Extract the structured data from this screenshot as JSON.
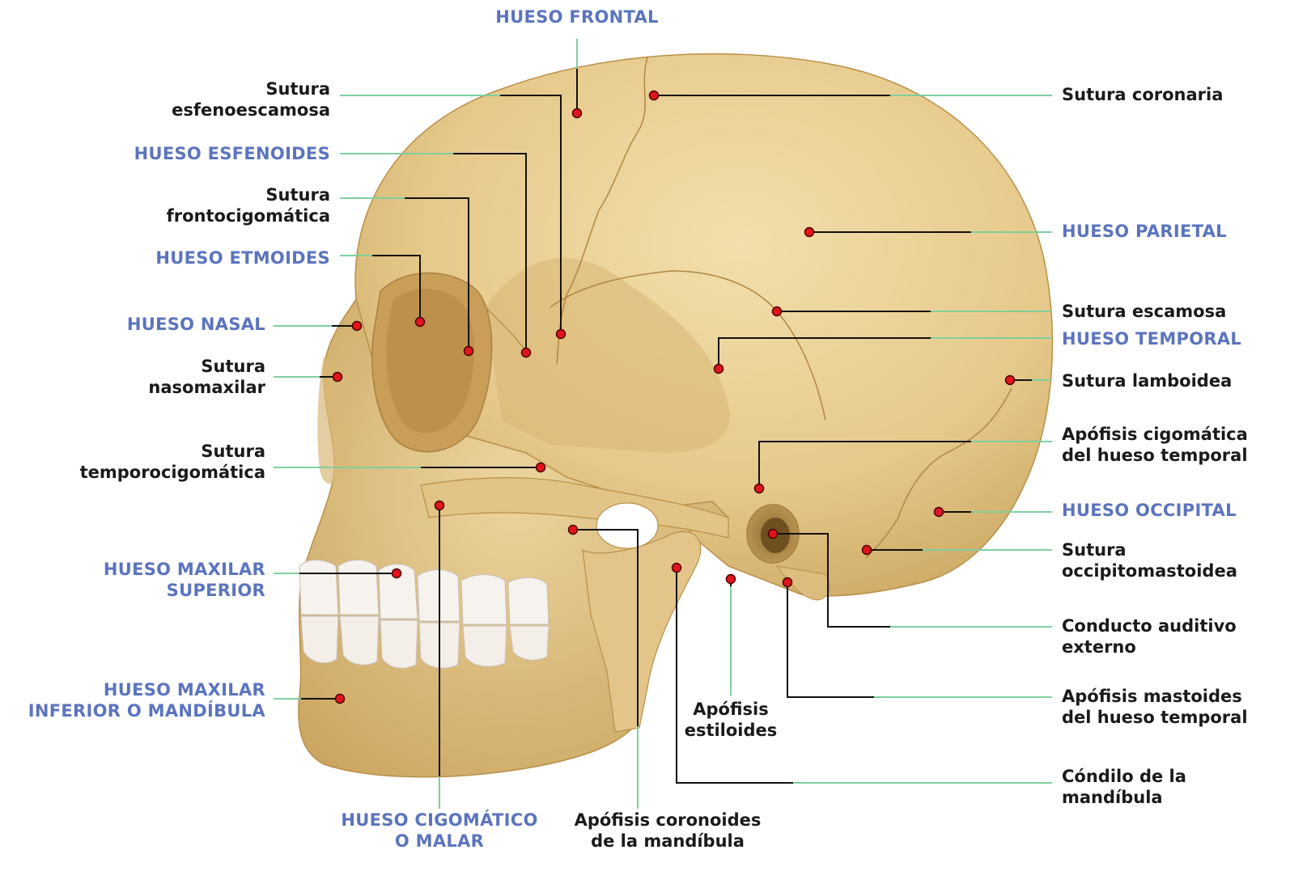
{
  "labels": {
    "hueso_frontal": [
      "HUESO FRONTAL"
    ],
    "sutura_esfenoescamosa": [
      "Sutura",
      "esfenoescamosa"
    ],
    "hueso_esfenoides": [
      "HUESO ESFENOIDES"
    ],
    "sutura_frontocigomatica": [
      "Sutura",
      "frontocigomática"
    ],
    "hueso_etmoides": [
      "HUESO ETMOIDES"
    ],
    "hueso_nasal": [
      "HUESO NASAL"
    ],
    "sutura_nasomaxilar": [
      "Sutura",
      "nasomaxilar"
    ],
    "sutura_temporocigomatica": [
      "Sutura",
      "temporocigomática"
    ],
    "hueso_maxilar_superior": [
      "HUESO MAXILAR",
      "SUPERIOR"
    ],
    "hueso_maxilar_inferior": [
      "HUESO MAXILAR",
      "INFERIOR O MANDÍBULA"
    ],
    "hueso_cigomatico": [
      "HUESO CIGOMÁTICO",
      "O MALAR"
    ],
    "apofisis_coronoides": [
      "Apófisis coronoides",
      "de la mandíbula"
    ],
    "apofisis_estiloides": [
      "Apófisis",
      "estiloides"
    ],
    "sutura_coronaria": [
      "Sutura coronaria"
    ],
    "hueso_parietal": [
      "HUESO PARIETAL"
    ],
    "sutura_escamosa": [
      "Sutura escamosa"
    ],
    "hueso_temporal": [
      "HUESO TEMPORAL"
    ],
    "sutura_lamboidea": [
      "Sutura lamboidea"
    ],
    "apofisis_cigomatica": [
      "Apófisis cigomática",
      "del hueso temporal"
    ],
    "hueso_occipital": [
      "HUESO OCCIPITAL"
    ],
    "sutura_occipitomastoidea": [
      "Sutura",
      "occipitomastoidea"
    ],
    "conducto_auditivo": [
      "Conducto auditivo",
      "externo"
    ],
    "apofisis_mastoides": [
      "Apófisis mastoides",
      "del hueso temporal"
    ],
    "condilo_mandibula": [
      "Cóndilo de la",
      "mandíbula"
    ]
  },
  "colors": {
    "bone_label": "#5b74be",
    "feature_label": "#1a1a1a",
    "leader_green": "#7fcf9e",
    "leader_black": "#111111",
    "marker_red": "#e2141b",
    "skull_base": "#e9cf92",
    "skull_shade": "#c9a55f",
    "teeth": "#f6f2ee"
  }
}
